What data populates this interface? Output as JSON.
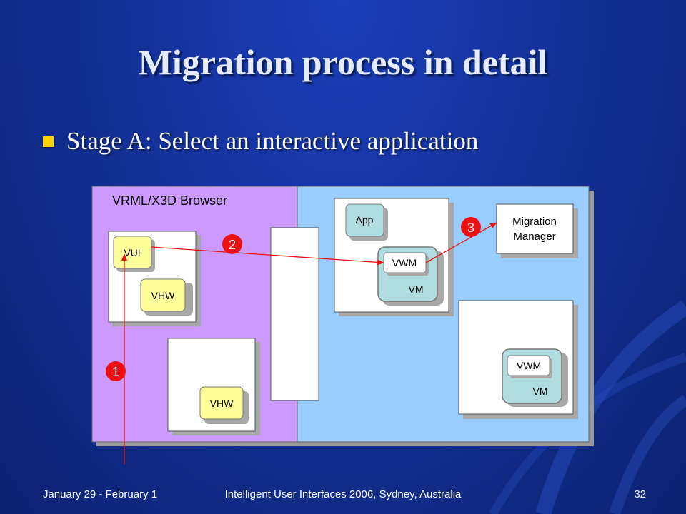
{
  "slide": {
    "title": "Migration process in detail",
    "bullet": "Stage A: Select an interactive application"
  },
  "diagram": {
    "browser_label": "VRML/X3D Browser",
    "vui_label": "VUI",
    "vhw_label": "VHW",
    "app_label": "App",
    "vwm_label": "VWM",
    "vm_label": "VM",
    "migration_manager_line1": "Migration",
    "migration_manager_line2": "Manager",
    "step_1": "1",
    "step_2": "2",
    "step_3": "3"
  },
  "footer": {
    "date": "January 29 - February 1",
    "conference": "Intelligent User Interfaces 2006, Sydney, Australia",
    "page": "32"
  },
  "colors": {
    "browser_bg": "#cc99ff",
    "right_bg": "#99ccff",
    "yellow_box": "#ffff99",
    "teal_box": "#b0dce0",
    "step_red": "#ee1111",
    "bullet": "#ffd200"
  }
}
